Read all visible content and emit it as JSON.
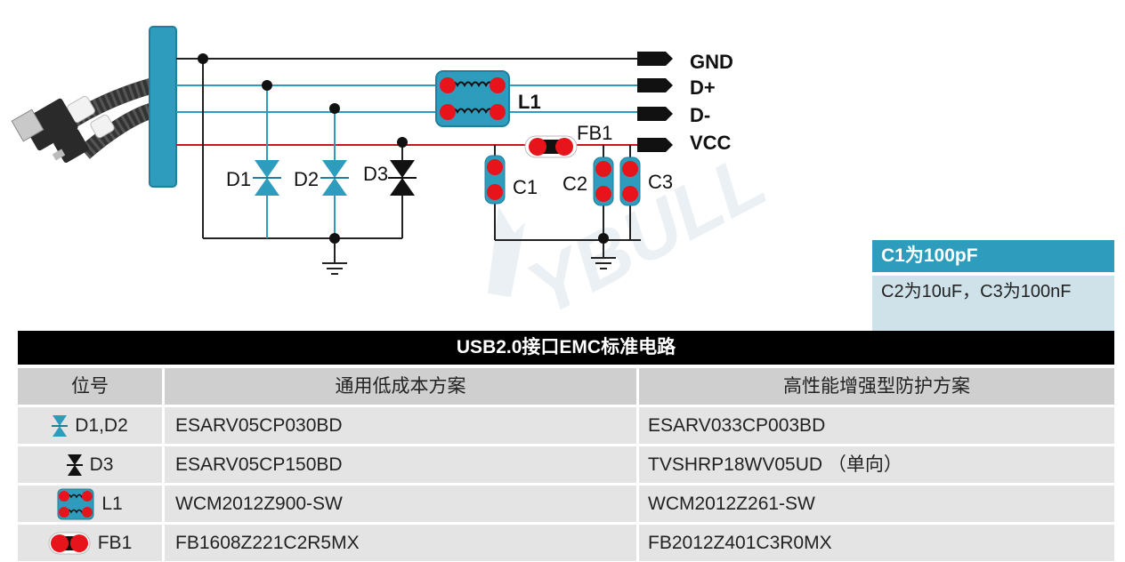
{
  "signals": [
    "GND",
    "D+",
    "D-",
    "VCC"
  ],
  "components": {
    "d1": "D1",
    "d2": "D2",
    "d3": "D3",
    "l1": "L1",
    "fb1": "FB1",
    "c1": "C1",
    "c2": "C2",
    "c3": "C3"
  },
  "watermark": "YBULL",
  "note": {
    "header": "C1为100pF",
    "body": "C2为10uF，C3为100nF"
  },
  "table": {
    "title": "USB2.0接口EMC标准电路",
    "headers": [
      "位号",
      "通用低成本方案",
      "高性能增强型防护方案"
    ],
    "rows": [
      {
        "icon": "tvs-bidirectional-icon",
        "position": "D1,D2",
        "standard": "ESARV05CP030BD",
        "enhanced": "ESARV033CP003BD"
      },
      {
        "icon": "tvs-unidirectional-icon",
        "position": "D3",
        "standard": "ESARV05CP150BD",
        "enhanced": "TVSHRP18WV05UD （单向）"
      },
      {
        "icon": "common-mode-choke-icon",
        "position": "L1",
        "standard": "WCM2012Z900-SW",
        "enhanced": "WCM2012Z261-SW"
      },
      {
        "icon": "ferrite-bead-icon",
        "position": "FB1",
        "standard": "FB1608Z221C2R5MX",
        "enhanced": "FB2012Z401C3R0MX"
      }
    ]
  },
  "colors": {
    "accent_blue": "#2e9dbd",
    "red": "#e8141b",
    "header_black": "#000000",
    "row_gray": "#e4e4e4"
  }
}
